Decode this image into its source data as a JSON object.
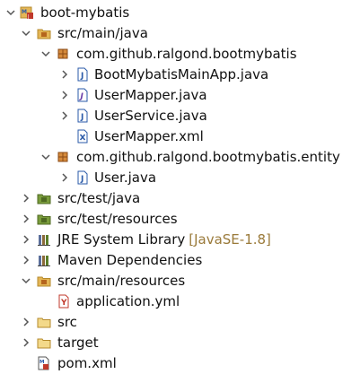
{
  "project_explorer": {
    "root": {
      "label": "boot-mybatis"
    },
    "src_main_java": {
      "label": "src/main/java"
    },
    "pkg_main": {
      "label": "com.github.ralgond.bootmybatis"
    },
    "main_app": {
      "label": "BootMybatisMainApp.java"
    },
    "user_mapper_java": {
      "label": "UserMapper.java"
    },
    "user_service": {
      "label": "UserService.java"
    },
    "user_mapper_xml": {
      "label": "UserMapper.xml"
    },
    "pkg_entity": {
      "label": "com.github.ralgond.bootmybatis.entity"
    },
    "user_java": {
      "label": "User.java"
    },
    "src_test_java": {
      "label": "src/test/java"
    },
    "src_test_resources": {
      "label": "src/test/resources"
    },
    "jre": {
      "label": "JRE System Library",
      "decoration": "[JavaSE-1.8]"
    },
    "maven_deps": {
      "label": "Maven Dependencies"
    },
    "src_main_resources": {
      "label": "src/main/resources"
    },
    "application_yml": {
      "label": "application.yml"
    },
    "src": {
      "label": "src"
    },
    "target": {
      "label": "target"
    },
    "pom": {
      "label": "pom.xml"
    }
  },
  "icons": {
    "chevron-expanded": "chevron-down-icon",
    "chevron-collapsed": "chevron-right-icon",
    "maven-project": "maven-project-icon",
    "source-folder": "source-folder-icon",
    "package": "package-icon",
    "java-file": "java-file-icon",
    "interface-file": "java-interface-icon",
    "xml-file": "xml-file-icon",
    "library": "library-icon",
    "yaml-file": "yaml-file-icon",
    "folder": "folder-icon",
    "maven-pom": "maven-pom-icon"
  },
  "colors": {
    "text": "#111111",
    "decoration": "#9a7a3a",
    "chevron": "#555555",
    "java_blue": "#2a5aa8",
    "folder_yellow": "#e4b656",
    "package_brown": "#b5651d",
    "test_green": "#5a7d2a",
    "xml_red": "#c0392b"
  }
}
